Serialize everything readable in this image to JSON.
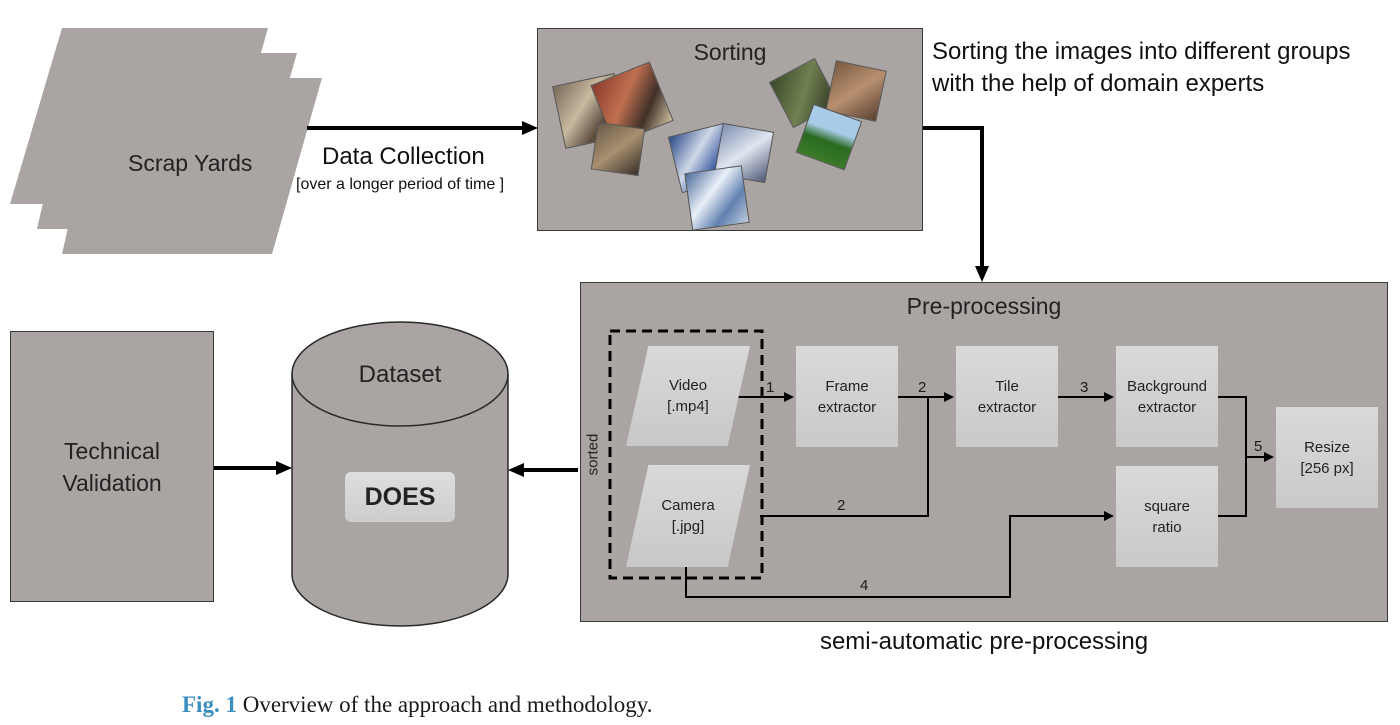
{
  "scrap_yards": {
    "label": "Scrap Yards"
  },
  "data_collection": {
    "title": "Data Collection",
    "subtitle": "[over a longer period of time ]"
  },
  "sorting": {
    "title": "Sorting",
    "description": "Sorting the images into different groups with the help of domain experts"
  },
  "preprocessing": {
    "title": "Pre-processing",
    "sorted_label": "sorted",
    "video": {
      "line1": "Video",
      "line2": "[.mp4]"
    },
    "camera": {
      "line1": "Camera",
      "line2": "[.jpg]"
    },
    "frame_extractor": {
      "line1": "Frame",
      "line2": "extractor"
    },
    "tile_extractor": {
      "line1": "Tile",
      "line2": "extractor"
    },
    "background_extractor": {
      "line1": "Background",
      "line2": "extractor"
    },
    "square_ratio": {
      "line1": "square",
      "line2": "ratio"
    },
    "resize": {
      "line1": "Resize",
      "line2": "[256 px]"
    },
    "step_labels": {
      "s1": "1",
      "s2a": "2",
      "s2b": "2",
      "s3": "3",
      "s4": "4",
      "s5": "5"
    },
    "footer": "semi-automatic pre-processing"
  },
  "dataset": {
    "title": "Dataset",
    "badge": "DOES"
  },
  "technical_validation": {
    "line1": "Technical",
    "line2": "Validation"
  },
  "caption": {
    "fig_label": "Fig. 1",
    "text": "Overview of the approach and methodology."
  }
}
